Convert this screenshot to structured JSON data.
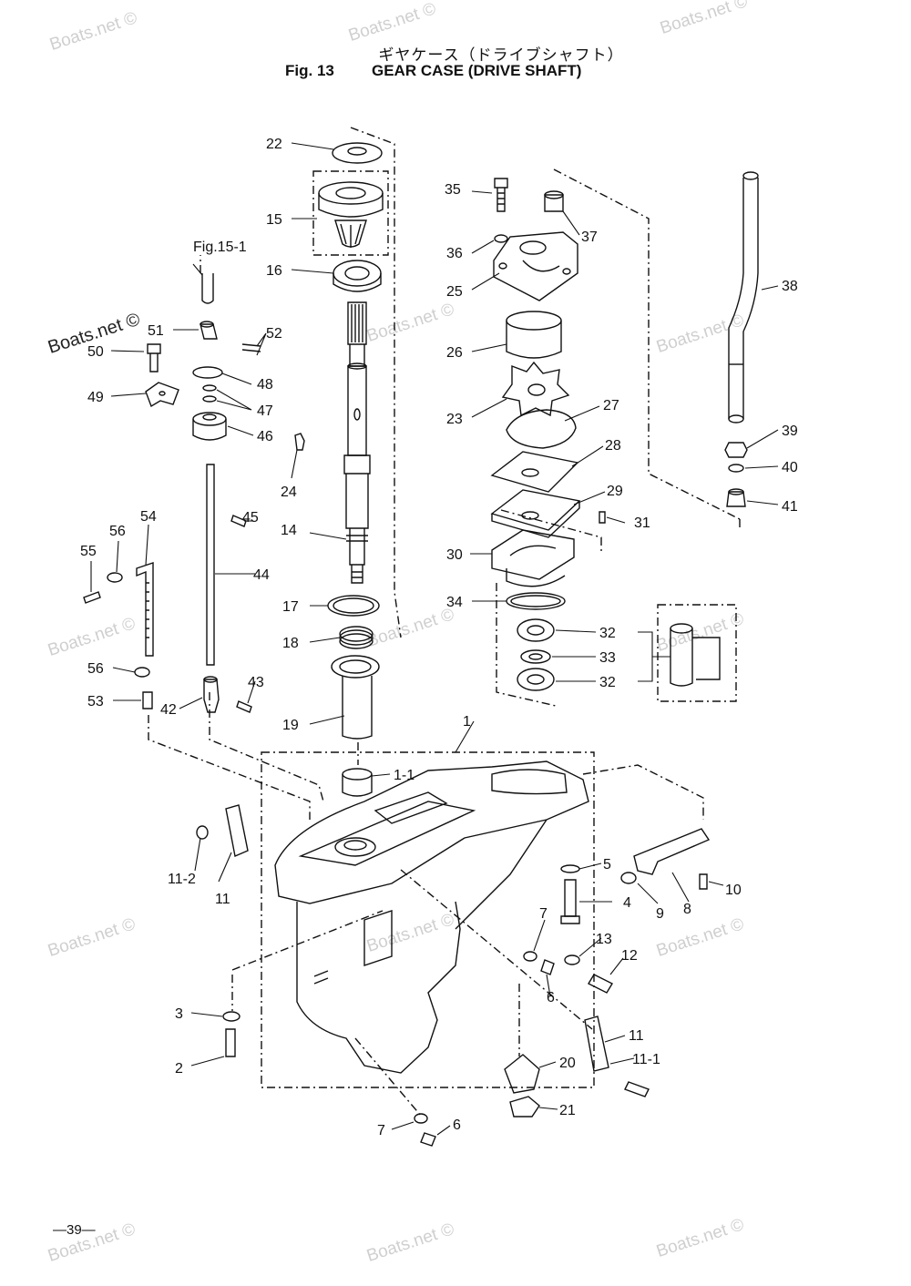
{
  "header": {
    "title_jp": "ギヤケース（ドライブシャフト）",
    "figure_number": "Fig. 13",
    "title_en": "GEAR CASE (DRIVE SHAFT)"
  },
  "page_number": "—39—",
  "watermark_text": "Boats.net ©",
  "cross_reference": "Fig.15-1",
  "callouts": [
    {
      "id": "c1",
      "text": "1"
    },
    {
      "id": "c1_1",
      "text": "1-1"
    },
    {
      "id": "c2",
      "text": "2"
    },
    {
      "id": "c3",
      "text": "3"
    },
    {
      "id": "c4",
      "text": "4"
    },
    {
      "id": "c5",
      "text": "5"
    },
    {
      "id": "c6a",
      "text": "6"
    },
    {
      "id": "c6b",
      "text": "6"
    },
    {
      "id": "c7a",
      "text": "7"
    },
    {
      "id": "c7b",
      "text": "7"
    },
    {
      "id": "c8",
      "text": "8"
    },
    {
      "id": "c9",
      "text": "9"
    },
    {
      "id": "c10",
      "text": "10"
    },
    {
      "id": "c11a",
      "text": "11"
    },
    {
      "id": "c11b",
      "text": "11"
    },
    {
      "id": "c11_1",
      "text": "11-1"
    },
    {
      "id": "c11_2",
      "text": "11-2"
    },
    {
      "id": "c12",
      "text": "12"
    },
    {
      "id": "c13",
      "text": "13"
    },
    {
      "id": "c14",
      "text": "14"
    },
    {
      "id": "c15",
      "text": "15"
    },
    {
      "id": "c16",
      "text": "16"
    },
    {
      "id": "c17",
      "text": "17"
    },
    {
      "id": "c18",
      "text": "18"
    },
    {
      "id": "c19",
      "text": "19"
    },
    {
      "id": "c20",
      "text": "20"
    },
    {
      "id": "c21",
      "text": "21"
    },
    {
      "id": "c22",
      "text": "22"
    },
    {
      "id": "c23",
      "text": "23"
    },
    {
      "id": "c24",
      "text": "24"
    },
    {
      "id": "c25",
      "text": "25"
    },
    {
      "id": "c26",
      "text": "26"
    },
    {
      "id": "c27",
      "text": "27"
    },
    {
      "id": "c28",
      "text": "28"
    },
    {
      "id": "c29",
      "text": "29"
    },
    {
      "id": "c30",
      "text": "30"
    },
    {
      "id": "c31",
      "text": "31"
    },
    {
      "id": "c32a",
      "text": "32"
    },
    {
      "id": "c32b",
      "text": "32"
    },
    {
      "id": "c33",
      "text": "33"
    },
    {
      "id": "c34",
      "text": "34"
    },
    {
      "id": "c35",
      "text": "35"
    },
    {
      "id": "c36",
      "text": "36"
    },
    {
      "id": "c37",
      "text": "37"
    },
    {
      "id": "c38",
      "text": "38"
    },
    {
      "id": "c39",
      "text": "39"
    },
    {
      "id": "c40",
      "text": "40"
    },
    {
      "id": "c41",
      "text": "41"
    },
    {
      "id": "c42",
      "text": "42"
    },
    {
      "id": "c43",
      "text": "43"
    },
    {
      "id": "c44",
      "text": "44"
    },
    {
      "id": "c45",
      "text": "45"
    },
    {
      "id": "c46",
      "text": "46"
    },
    {
      "id": "c47",
      "text": "47"
    },
    {
      "id": "c48",
      "text": "48"
    },
    {
      "id": "c49",
      "text": "49"
    },
    {
      "id": "c50",
      "text": "50"
    },
    {
      "id": "c51",
      "text": "51"
    },
    {
      "id": "c52",
      "text": "52"
    },
    {
      "id": "c53",
      "text": "53"
    },
    {
      "id": "c54",
      "text": "54"
    },
    {
      "id": "c55",
      "text": "55"
    },
    {
      "id": "c56a",
      "text": "56"
    },
    {
      "id": "c56b",
      "text": "56"
    }
  ]
}
